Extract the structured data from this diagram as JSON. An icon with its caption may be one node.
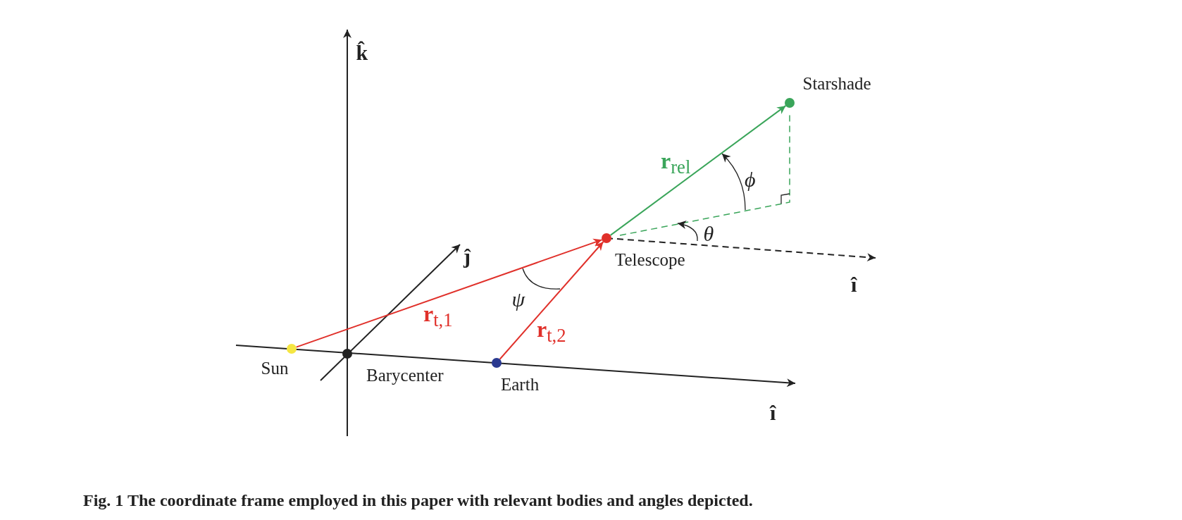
{
  "diagram": {
    "caption": "Fig. 1 The coordinate frame employed in this paper with relevant bodies and angles depicted.",
    "nodes": [
      {
        "text": [],
        "shape": "circle",
        "beside": [
          "Sun"
        ]
      },
      {
        "text": [],
        "shape": "circle",
        "beside": [
          "Barycenter"
        ]
      },
      {
        "text": [],
        "shape": "circle",
        "beside": [
          "Earth"
        ]
      },
      {
        "text": [],
        "shape": "circle",
        "beside": [
          "Telescope"
        ]
      },
      {
        "text": [],
        "shape": "circle",
        "beside": [
          "Starshade"
        ]
      }
    ],
    "edges": [
      {
        "from": 0,
        "to": 3,
        "arrow": "to",
        "label": "**r**$_{t,1}$"
      },
      {
        "from": 2,
        "to": 3,
        "arrow": "to",
        "label": "**r**$_{t,2}$"
      },
      {
        "from": 3,
        "to": 4,
        "arrow": "to",
        "label": "**r**$_{rel}$",
        "color": "#3aa55a"
      }
    ],
    "labels": [
      "k̂",
      "ϕ",
      "θ",
      "ĵ",
      "î",
      "ψ",
      "î"
    ]
  }
}
